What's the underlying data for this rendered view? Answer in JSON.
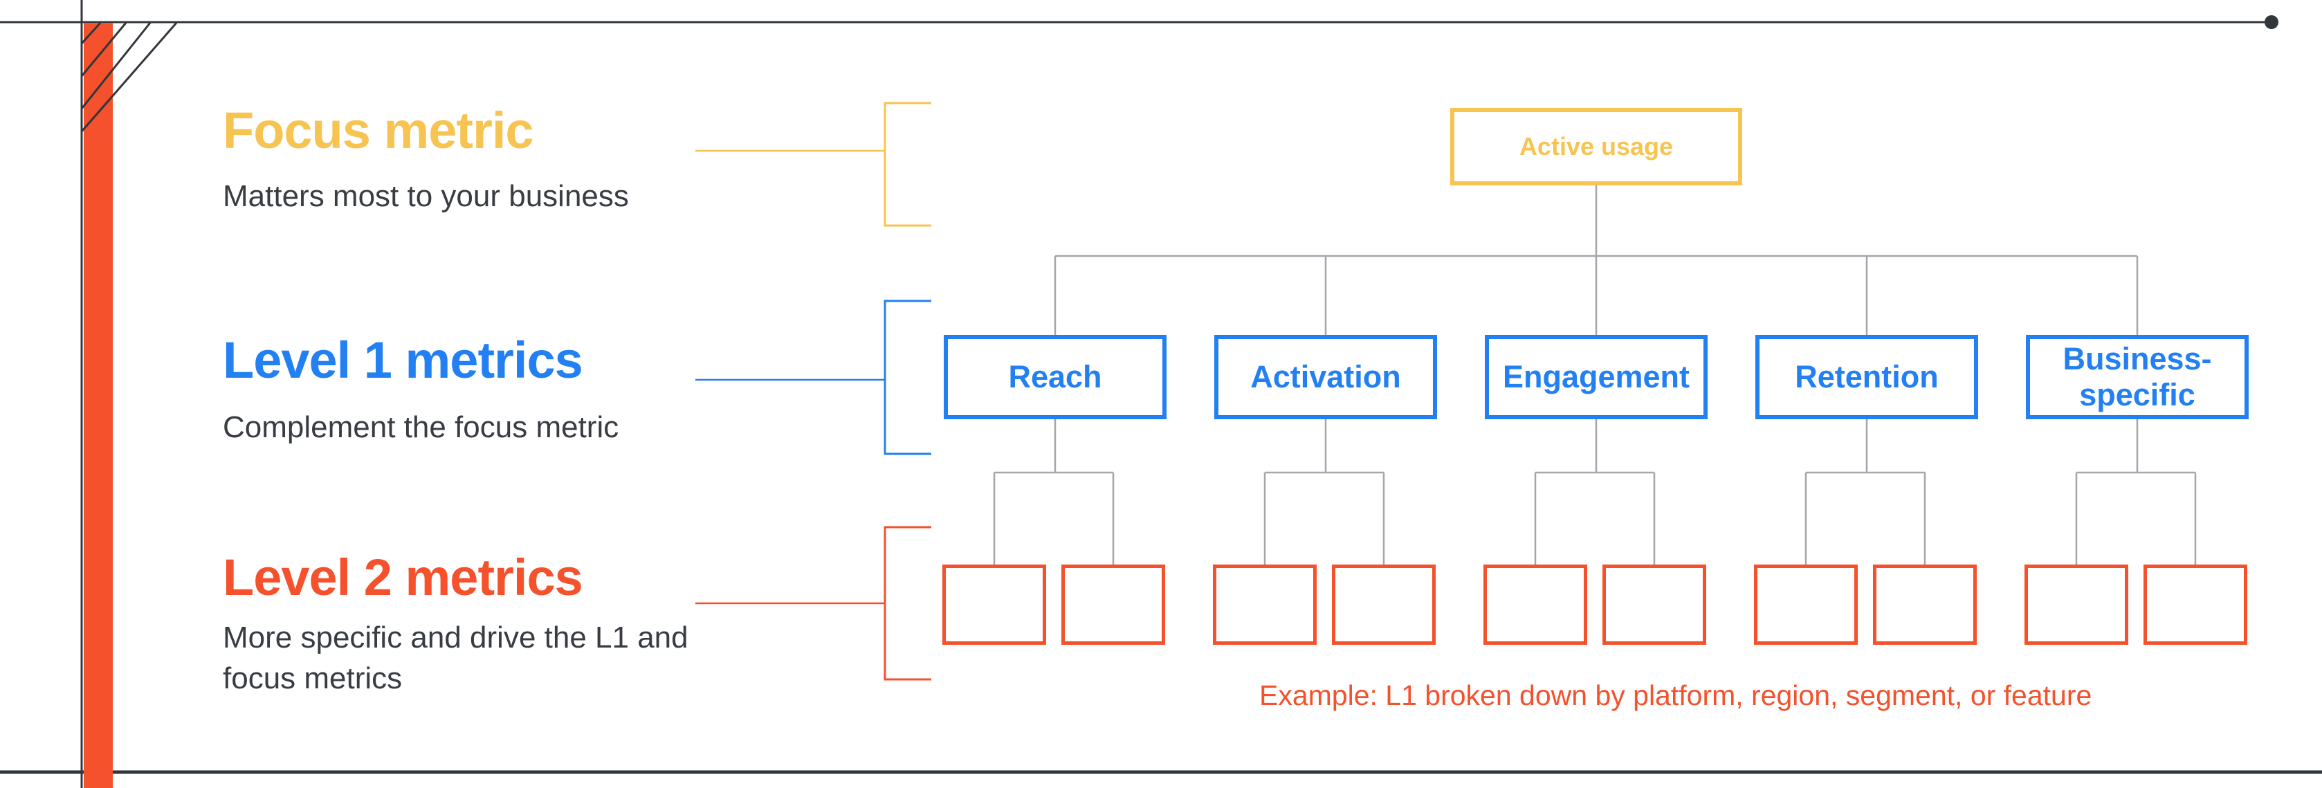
{
  "colors": {
    "yellow": "#F7C351",
    "blue": "#2380F2",
    "orange": "#F4512C",
    "dark_text": "#383C43",
    "rule_dark": "#32363D",
    "connector_gray": "#A5A5AC"
  },
  "legend": {
    "rows": [
      {
        "id": "focus",
        "title": "Focus metric",
        "subtitle": "Matters most to your business",
        "color": "#F7C351"
      },
      {
        "id": "level1",
        "title": "Level 1 metrics",
        "subtitle": "Complement the focus metric",
        "color": "#2380F2"
      },
      {
        "id": "level2",
        "title": "Level 2 metrics",
        "subtitle": "More specific and drive the L1 and focus metrics",
        "color": "#F4512C"
      }
    ]
  },
  "tree": {
    "root_label": "Active usage",
    "level1_labels": [
      "Reach",
      "Activation",
      "Engagement",
      "Retention",
      "Business-specific"
    ],
    "level2_boxes_per_level1": 2,
    "example_note": "Example: L1 broken down by platform, region, segment, or feature"
  }
}
